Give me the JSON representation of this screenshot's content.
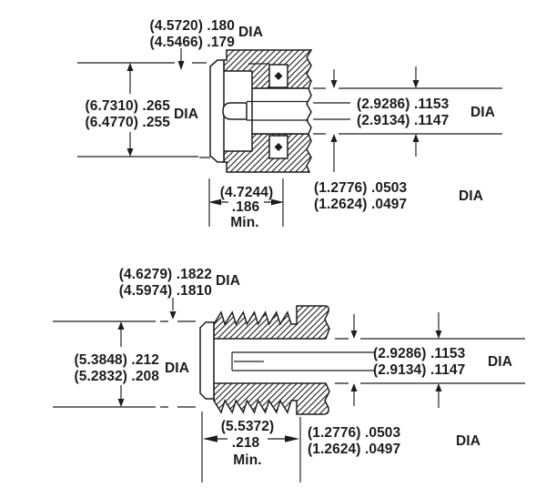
{
  "colors": {
    "background": "#ffffff",
    "ink": "#1c1c1c"
  },
  "top_view": {
    "dim_top": {
      "line1": "(4.5720) .180",
      "line2": "(4.5466) .179",
      "label": "DIA"
    },
    "dim_left": {
      "line1": "(6.7310) .265",
      "line2": "(6.4770) .255",
      "label": "DIA"
    },
    "dim_bore": {
      "line1": "(2.9286) .1153",
      "line2": "(2.9134) .1147",
      "label": "DIA"
    },
    "dim_pin": {
      "line1": "(1.2776) .0503",
      "line2": "(1.2624) .0497",
      "label": "DIA"
    },
    "dim_depth": {
      "metric": "(4.7244)",
      "inch": ".186",
      "qualifier": "Min."
    }
  },
  "bottom_view": {
    "dim_top": {
      "line1": "(4.6279) .1822",
      "line2": "(4.5974) .1810",
      "label": "DIA"
    },
    "dim_left": {
      "line1": "(5.3848) .212",
      "line2": "(5.2832) .208",
      "label": "DIA"
    },
    "dim_bore": {
      "line1": "(2.9286) .1153",
      "line2": "(2.9134) .1147",
      "label": "DIA"
    },
    "dim_pin": {
      "line1": "(1.2776) .0503",
      "line2": "(1.2624) .0497",
      "label": "DIA"
    },
    "dim_depth": {
      "metric": "(5.5372)",
      "inch": ".218",
      "qualifier": "Min."
    }
  }
}
